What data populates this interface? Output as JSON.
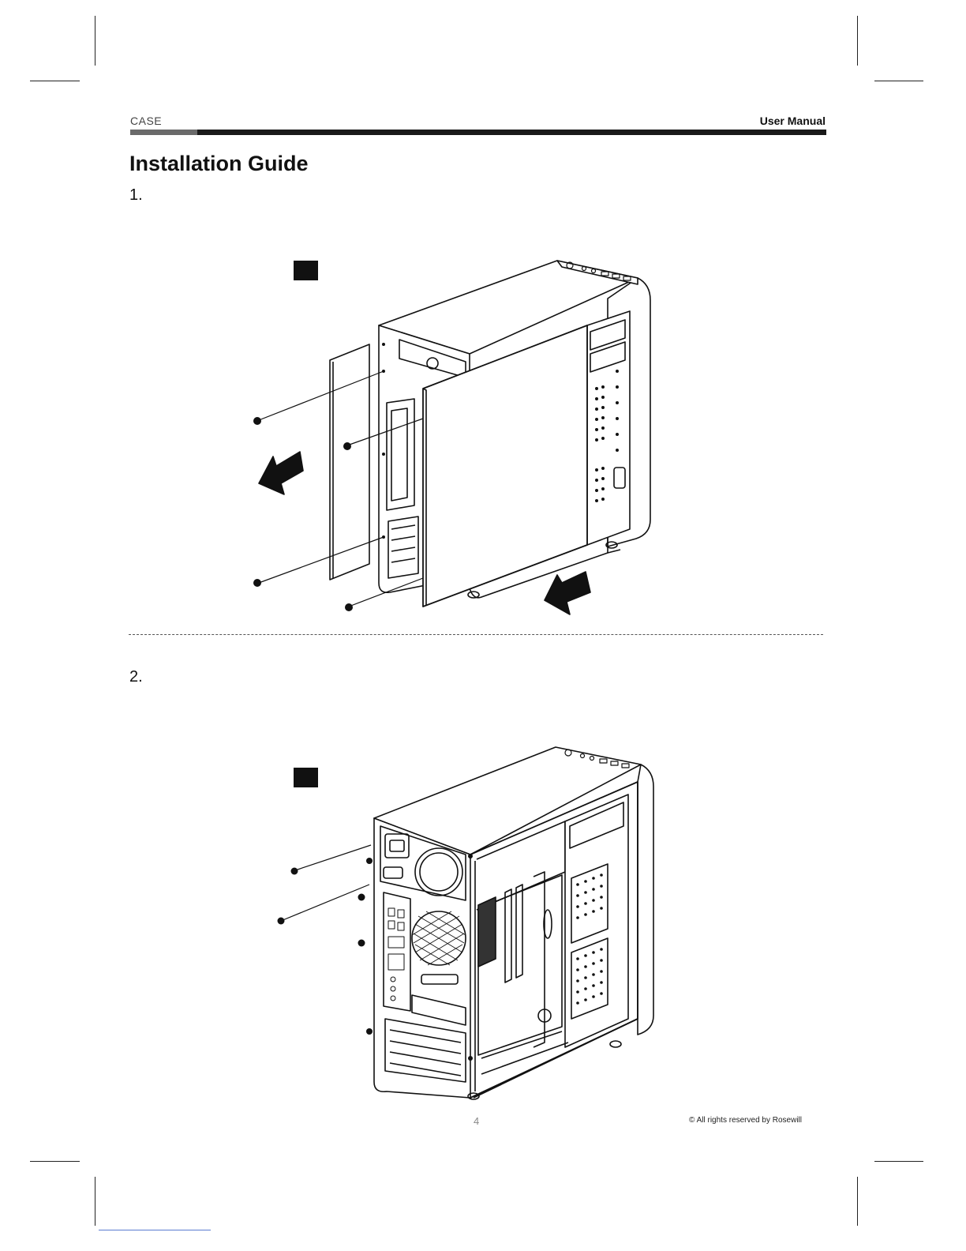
{
  "header": {
    "left_label": "CASE",
    "right_label": "User Manual"
  },
  "page_title": "Installation Guide",
  "steps": [
    {
      "number": "1."
    },
    {
      "number": "2."
    }
  ],
  "footer": {
    "page_number": "4",
    "copyright": "© All rights reserved by Rosewill"
  },
  "colors": {
    "ink": "#111111",
    "header_bar": "#1a1a1a",
    "header_accent": "#6a6a6a"
  }
}
